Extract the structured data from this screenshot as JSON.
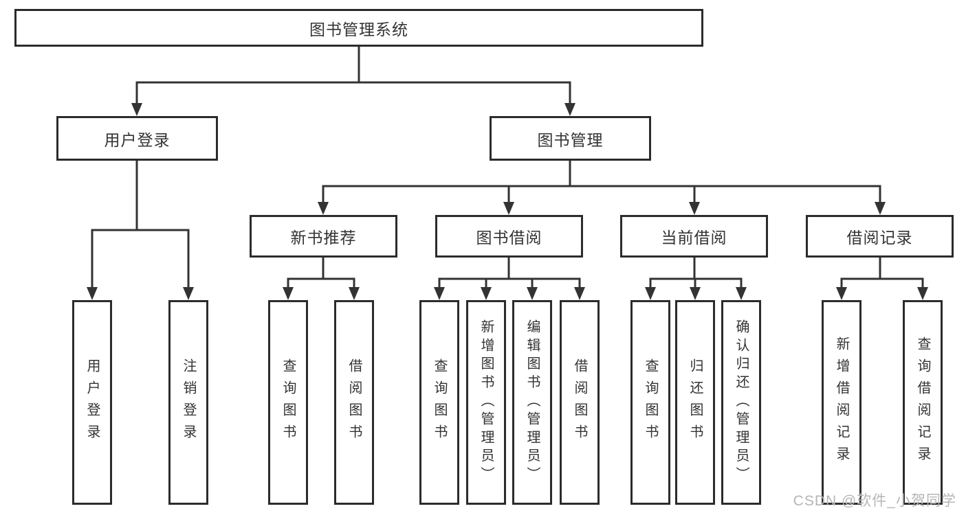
{
  "diagram": {
    "title_node": {
      "label": "图书管理系统"
    },
    "level2": [
      {
        "label": "用户登录"
      },
      {
        "label": "图书管理"
      }
    ],
    "level3": [
      {
        "label": "新书推荐"
      },
      {
        "label": "图书借阅"
      },
      {
        "label": "当前借阅"
      },
      {
        "label": "借阅记录"
      }
    ],
    "leaves": [
      {
        "label": "用户登录"
      },
      {
        "label": "注销登录"
      },
      {
        "label": "查询图书"
      },
      {
        "label": "借阅图书"
      },
      {
        "label": "查询图书"
      },
      {
        "label": "新增图书（管理员）"
      },
      {
        "label": "编辑图书（管理员）"
      },
      {
        "label": "借阅图书"
      },
      {
        "label": "查询图书"
      },
      {
        "label": "归还图书"
      },
      {
        "label": "确认归还（管理员）"
      },
      {
        "label": "新增借阅记录"
      },
      {
        "label": "查询借阅记录"
      }
    ]
  },
  "watermark": {
    "text": "CSDN @软件_小贺同学"
  },
  "colors": {
    "line": "#333333",
    "border": "#2b2b2b",
    "text": "#333333",
    "watermark": "#b5b5b5",
    "background": "#ffffff"
  }
}
